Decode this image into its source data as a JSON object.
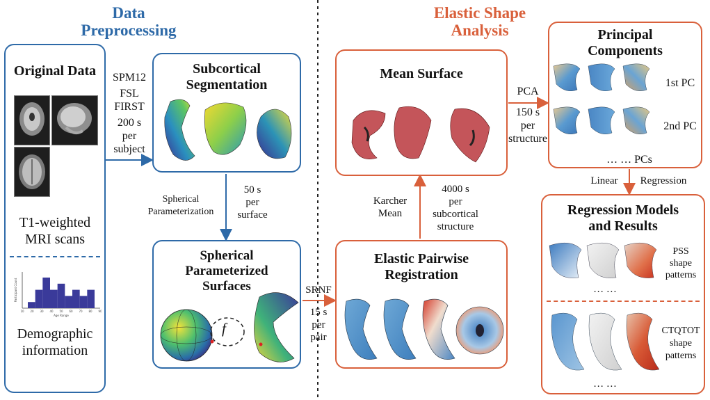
{
  "sections": {
    "data_preprocessing": [
      "Data",
      "Preprocessing"
    ],
    "elastic_shape_analysis": [
      "Elastic Shape",
      "Analysis"
    ]
  },
  "original_data": {
    "title": "Original Data",
    "mri_caption": [
      "T1-weighted",
      "MRI scans"
    ],
    "demographic_caption": [
      "Demographic",
      "information"
    ],
    "histogram": {
      "ylabel": "Participant Count",
      "xlabel": "Age Range",
      "x_ticks": [
        "10",
        "20",
        "30",
        "40",
        "50",
        "60",
        "70",
        "80",
        "90"
      ]
    }
  },
  "steps": {
    "spm": [
      "SPM12",
      "FSL",
      "FIRST",
      "200 s",
      "per",
      "subject"
    ],
    "spherical_param_left": [
      "Spherical",
      "Parameterization"
    ],
    "spherical_param_right": [
      "50 s",
      "per",
      "surface"
    ],
    "srnf_top": "SRNF",
    "srnf_bottom": [
      "15 s",
      "per",
      "pair"
    ],
    "karcher_left": [
      "Karcher",
      "Mean"
    ],
    "karcher_right": [
      "4000 s",
      "per",
      "subcortical",
      "structure"
    ],
    "pca_top": "PCA",
    "pca_bottom": [
      "150 s",
      "per",
      "structure"
    ],
    "linear": "Linear",
    "regression": "Regression"
  },
  "boxes": {
    "subcortical": [
      "Subcortical",
      "Segmentation"
    ],
    "spherical": [
      "Spherical",
      "Parameterized",
      "Surfaces"
    ],
    "spherical_f": "f",
    "mean_surface": "Mean Surface",
    "elastic_pairwise": [
      "Elastic Pairwise",
      "Registration"
    ],
    "principal": [
      "Principal",
      "Components"
    ],
    "pc_labels": [
      "1st PC",
      "2nd PC",
      "… … PCs"
    ],
    "regression": [
      "Regression Models",
      "and Results"
    ],
    "pss": [
      "PSS",
      "shape",
      "patterns"
    ],
    "ctqtot": [
      "CTQTOT",
      "shape",
      "patterns"
    ],
    "ellipsis": "… …"
  },
  "histogram_values": [
    1,
    3,
    5,
    3,
    4,
    2,
    3,
    2,
    3
  ],
  "colors": {
    "blue": "#2e6aa8",
    "orange": "#d9603b",
    "hist_bar": "#3a3a9a"
  }
}
